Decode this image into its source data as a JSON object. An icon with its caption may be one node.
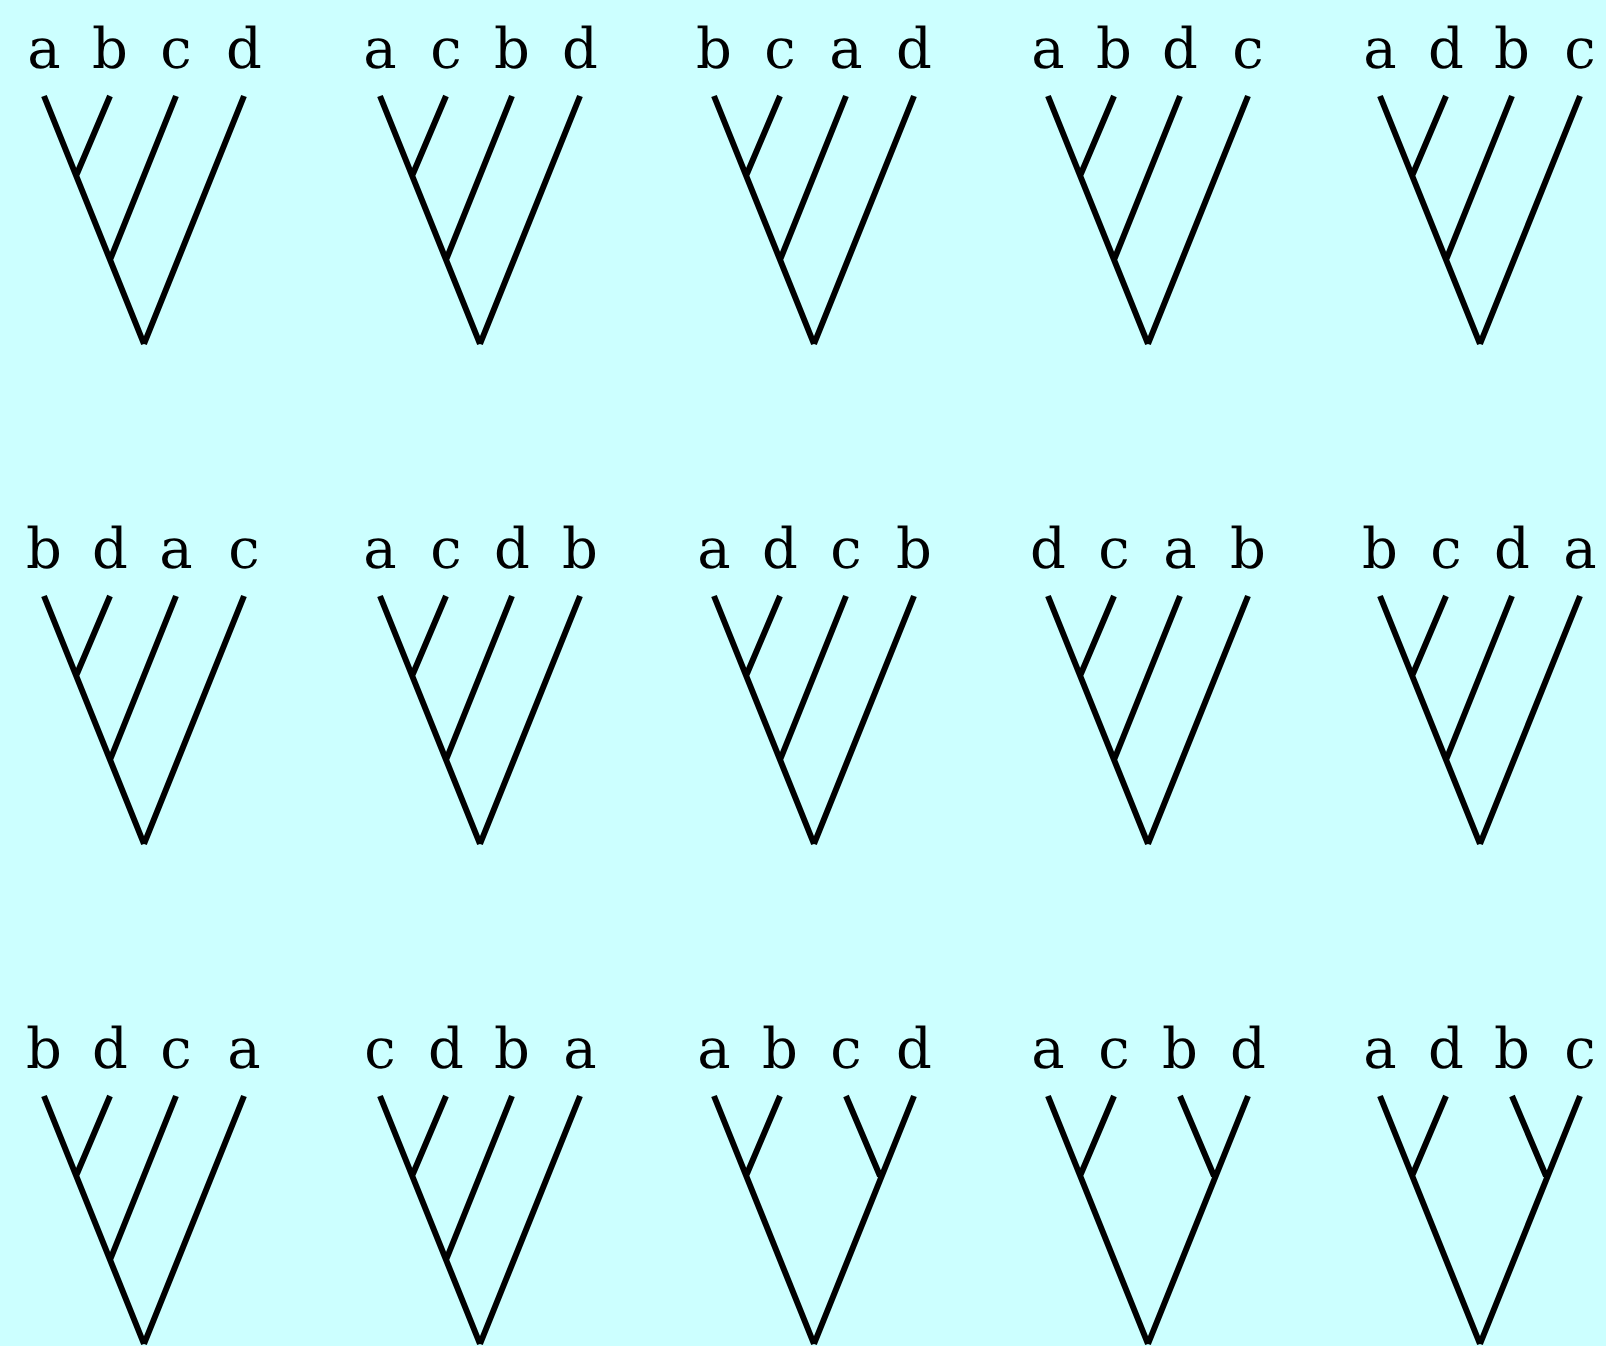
{
  "diagram": {
    "labels": [
      "a",
      "b",
      "c",
      "d",
      "a",
      "c",
      "b",
      "d",
      "b",
      "c",
      "a",
      "d",
      "a",
      "b",
      "d",
      "c",
      "a",
      "d",
      "b",
      "c",
      "b",
      "d",
      "a",
      "c",
      "a",
      "c",
      "d",
      "b",
      "a",
      "d",
      "c",
      "b",
      "d",
      "c",
      "a",
      "b",
      "b",
      "c",
      "d",
      "a",
      "b",
      "d",
      "c",
      "a",
      "c",
      "d",
      "b",
      "a",
      "a",
      "b",
      "c",
      "d",
      "a",
      "c",
      "b",
      "d",
      "a",
      "d",
      "b",
      "c"
    ]
  }
}
